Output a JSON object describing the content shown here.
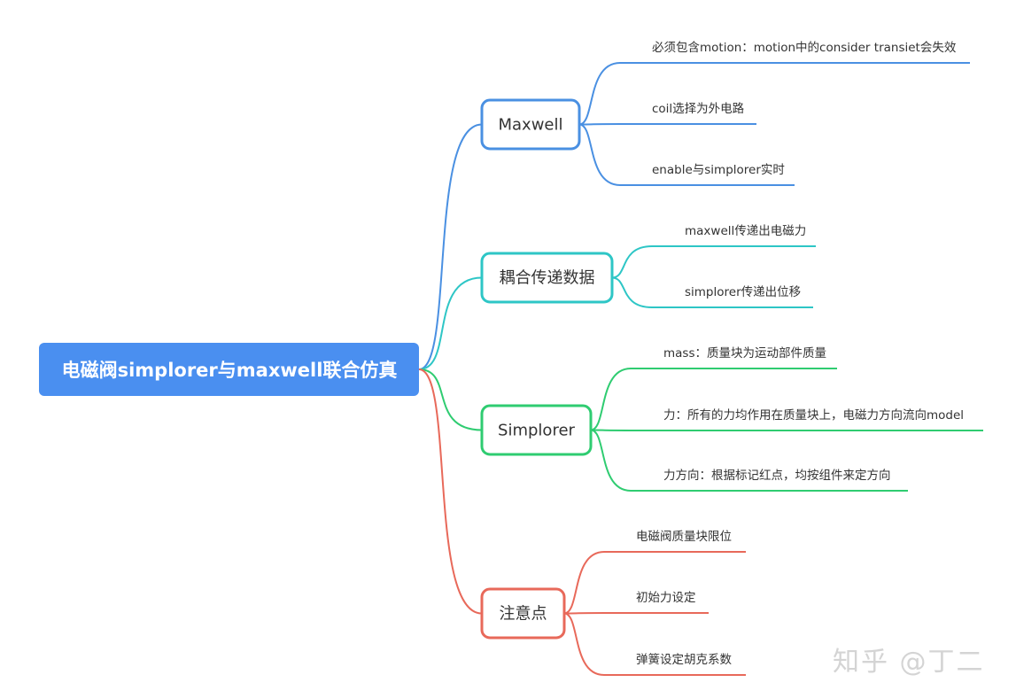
{
  "root": {
    "label": "电磁阀simplorer与maxwell联合仿真",
    "color": "#4a8ff0"
  },
  "branches": [
    {
      "label": "Maxwell",
      "color": "#4a90e2",
      "leaves": [
        "必须包含motion：motion中的consider transiet会失效",
        "coil选择为外电路",
        "enable与simplorer实时"
      ]
    },
    {
      "label": "耦合传递数据",
      "color": "#2ec6c6",
      "leaves": [
        "maxwell传递出电磁力",
        "simplorer传递出位移"
      ]
    },
    {
      "label": "Simplorer",
      "color": "#2fcc71",
      "leaves": [
        "mass：质量块为运动部件质量",
        "力：所有的力均作用在质量块上，电磁力方向流向model",
        "力方向：根据标记红点，均按组件来定方向"
      ]
    },
    {
      "label": "注意点",
      "color": "#e8695a",
      "leaves": [
        "电磁阀质量块限位",
        "初始力设定",
        "弹簧设定胡克系数"
      ]
    }
  ],
  "watermark": "知乎 @丁二"
}
